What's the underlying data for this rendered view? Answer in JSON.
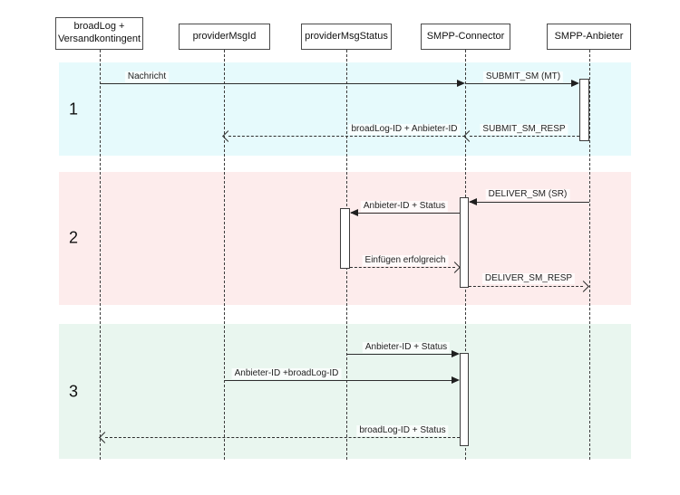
{
  "diagram": {
    "kind": "sequence-diagram",
    "line_color": "#2e2e2e",
    "actors": [
      {
        "label": "broadLog + Versandkontingent"
      },
      {
        "label": "providerMsgId"
      },
      {
        "label": "providerMsgStatus"
      },
      {
        "label": "SMPP-Connector"
      },
      {
        "label": "SMPP-Anbieter"
      }
    ],
    "phases": [
      {
        "number": "1",
        "color": "#e6fafc"
      },
      {
        "number": "2",
        "color": "#fdecec"
      },
      {
        "number": "3",
        "color": "#e9f6ef"
      }
    ],
    "messages": [
      {
        "label": "Nachricht",
        "type": "solid",
        "from": "broadLog + Versandkontingent",
        "to": "SMPP-Connector"
      },
      {
        "label": "SUBMIT_SM (MT)",
        "type": "solid",
        "from": "SMPP-Connector",
        "to": "SMPP-Anbieter"
      },
      {
        "label": "SUBMIT_SM_RESP",
        "type": "dashed",
        "from": "SMPP-Anbieter",
        "to": "SMPP-Connector"
      },
      {
        "label": "broadLog-ID + Anbieter-ID",
        "type": "dashed",
        "from": "SMPP-Connector",
        "to": "providerMsgId"
      },
      {
        "label": "DELIVER_SM (SR)",
        "type": "solid",
        "from": "SMPP-Anbieter",
        "to": "SMPP-Connector"
      },
      {
        "label": "Anbieter-ID + Status",
        "type": "solid",
        "from": "SMPP-Connector",
        "to": "providerMsgStatus"
      },
      {
        "label": "Einfügen erfolgreich",
        "type": "dashed",
        "from": "providerMsgStatus",
        "to": "SMPP-Connector"
      },
      {
        "label": "DELIVER_SM_RESP",
        "type": "dashed",
        "from": "SMPP-Connector",
        "to": "SMPP-Anbieter"
      },
      {
        "label": "Anbieter-ID + Status",
        "type": "solid",
        "from": "providerMsgStatus",
        "to": "SMPP-Connector"
      },
      {
        "label": "Anbieter-ID +broadLog-ID",
        "type": "solid",
        "from": "providerMsgId",
        "to": "SMPP-Connector"
      },
      {
        "label": "broadLog-ID + Status",
        "type": "dashed",
        "from": "SMPP-Connector",
        "to": "broadLog + Versandkontingent"
      }
    ]
  }
}
